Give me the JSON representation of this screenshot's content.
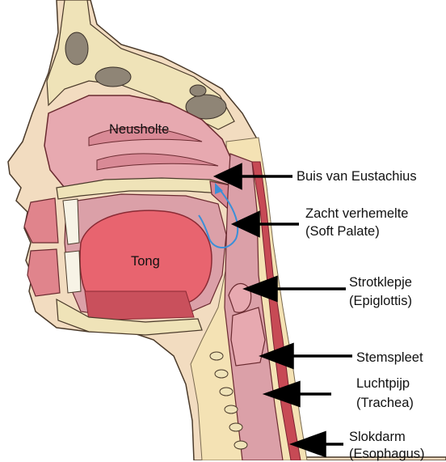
{
  "labels": {
    "nasal_cavity": "Neusholte",
    "tongue": "Tong",
    "eustachian": "Buis van Eustachius",
    "soft_palate_1": "Zacht verhemelte",
    "soft_palate_2": "(Soft Palate)",
    "epiglottis_1": "Strotklepje",
    "epiglottis_2": "(Epiglottis)",
    "glottis": "Stemspleet",
    "trachea_1": "Luchtpijp",
    "trachea_2": "(Trachea)",
    "esophagus_1": "Slokdarm",
    "esophagus_2": "(Esophagus)"
  },
  "colors": {
    "skin": "#f2dcc0",
    "fat": "#f4e2b4",
    "bone": "#efe3b8",
    "tissue": "#e7a9b0",
    "cavity_lining": "#d98a96",
    "tongue": "#e8646f",
    "muscle": "#c9505c",
    "mucosa": "#dba0a8",
    "dark_bone": "#8f8576",
    "air_flow": "#3a8fd8",
    "arrow": "#000000"
  }
}
